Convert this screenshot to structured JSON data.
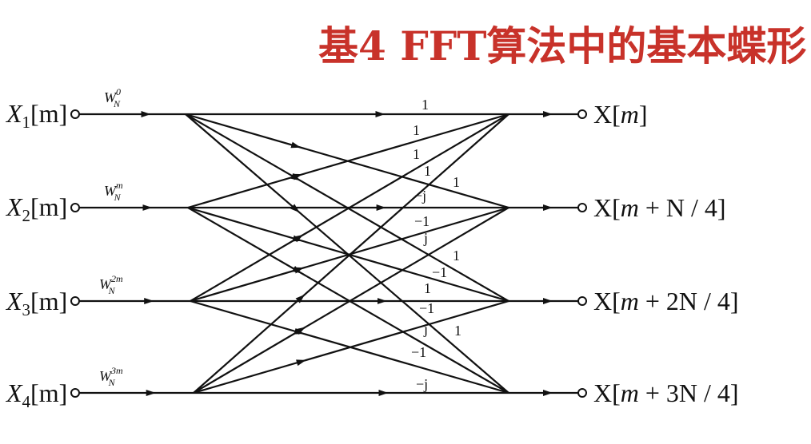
{
  "title": "基4 FFT算法中的基本蝶形",
  "inputs": [
    {
      "sym": "X",
      "sub": "1",
      "idx": "[m]"
    },
    {
      "sym": "X",
      "sub": "2",
      "idx": "[m]"
    },
    {
      "sym": "X",
      "sub": "3",
      "idx": "[m]"
    },
    {
      "sym": "X",
      "sub": "4",
      "idx": "[m]"
    }
  ],
  "twiddles": [
    {
      "base": "W",
      "sub": "N",
      "sup": "0"
    },
    {
      "base": "W",
      "sub": "N",
      "sup": "m"
    },
    {
      "base": "W",
      "sub": "N",
      "sup": "2m"
    },
    {
      "base": "W",
      "sub": "N",
      "sup": "3m"
    }
  ],
  "outputs": [
    {
      "pre": "X[",
      "m": "m",
      "rest": "]"
    },
    {
      "pre": "X[",
      "m": "m",
      "rest": " + N / 4]"
    },
    {
      "pre": "X[",
      "m": "m",
      "rest": " + 2N / 4]"
    },
    {
      "pre": "X[",
      "m": "m",
      "rest": " + 3N / 4]"
    }
  ],
  "coefficients": [
    "1",
    "1",
    "1",
    "1",
    "1",
    "−j",
    "−1",
    "j",
    "1",
    "−1",
    "1",
    "−1",
    "j",
    "1",
    "−1",
    "−j"
  ],
  "colors": {
    "title": "#c8322a",
    "ink": "#111111"
  }
}
